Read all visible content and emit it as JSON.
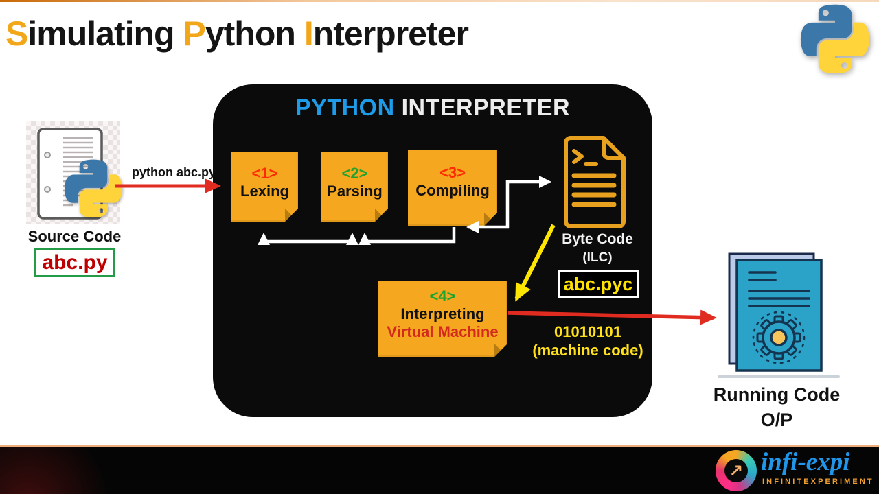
{
  "page": {
    "title_parts": [
      "S",
      "imulating ",
      "P",
      "ython ",
      "I",
      "nterpreter"
    ]
  },
  "source": {
    "caption": "Source Code",
    "file_name": "abc.py",
    "command": "python abc.py"
  },
  "interpreter": {
    "heading_primary": "PYTHON",
    "heading_secondary": " INTERPRETER",
    "stages": [
      {
        "tag": "<1>",
        "label": "Lexing"
      },
      {
        "tag": "<2>",
        "label": "Parsing"
      },
      {
        "tag": "<3>",
        "label": "Compiling"
      },
      {
        "tag": "<4>",
        "label": "Interpreting",
        "sublabel": "Virtual Machine"
      }
    ],
    "byte_code": {
      "caption": "Byte Code",
      "caption2": "(ILC)",
      "file_name": "abc.pyc"
    },
    "machine_code": {
      "value": "01010101",
      "caption": "(machine code)"
    }
  },
  "output": {
    "caption": "Running Code",
    "caption2": "O/P"
  },
  "footer": {
    "brand": "infi-expi",
    "tagline": "INFINITEXPERIMENT"
  },
  "icons": {
    "python_logo": "python-two-snakes-logo",
    "source_file": "document-with-python-logo",
    "byte_code_file": "terminal-document",
    "running_output": "stacked-documents-with-gear",
    "brand_logo": "swirl-with-arrow"
  },
  "colors": {
    "accent_orange": "#f2a71b",
    "note_fill": "#f5a71f",
    "python_blue_heading": "#1e9be9",
    "tag_red": "#ff2a00",
    "tag_green": "#1fa32e",
    "virtual_machine_red": "#d42a1e",
    "source_file_red": "#c00000",
    "source_box_green": "#249b46",
    "pyc_yellow": "#ffe200",
    "machine_code_yellow": "#ffe01a",
    "arrow_red": "#e02b20",
    "arrow_yellow": "#ffe600",
    "arrow_white": "#ffffff",
    "brand_blue": "#2196e8",
    "brand_orange": "#f0a030"
  }
}
